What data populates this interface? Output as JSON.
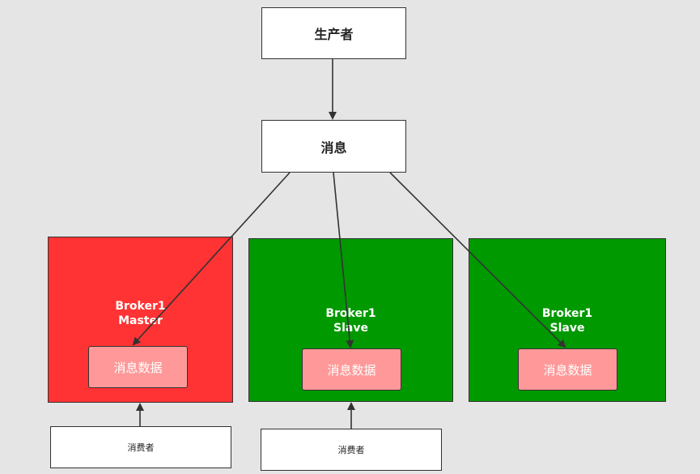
{
  "colors": {
    "background": "#e5e5e5",
    "master": "#ff3333",
    "slave": "#009900",
    "data_box": "#ff9999",
    "arrow": "#333333"
  },
  "producer": {
    "label": "生产者"
  },
  "message": {
    "label": "消息"
  },
  "brokers": [
    {
      "line1": "Broker1",
      "line2": "Master",
      "data_label": "消息数据",
      "role": "master"
    },
    {
      "line1": "Broker1",
      "line2": "Slave",
      "data_label": "消息数据",
      "role": "slave"
    },
    {
      "line1": "Broker1",
      "line2": "Slave",
      "data_label": "消息数据",
      "role": "slave"
    }
  ],
  "consumers": [
    {
      "label": "消费者"
    },
    {
      "label": "消费者"
    }
  ]
}
